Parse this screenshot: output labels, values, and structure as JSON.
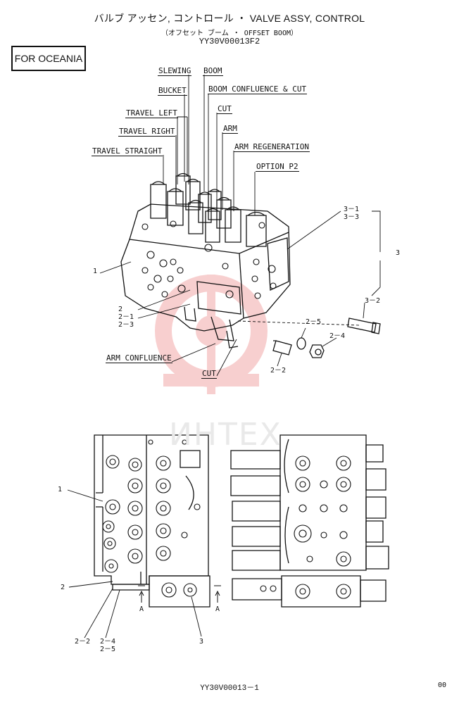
{
  "header": {
    "title_line": "バルブ アッセン, コントロール ・ VALVE ASSY, CONTROL",
    "subtitle_line": "（オフセット ブーム ・ OFFSET BOOM）",
    "part_number": "YY30V00013F2"
  },
  "region_badge": "FOR OCEANIA",
  "exploded_view": {
    "labels": {
      "slewing": "SLEWING",
      "boom": "BOOM",
      "bucket": "BUCKET",
      "boom_confluence_cut": "BOOM CONFLUENCE & CUT",
      "travel_left": "TRAVEL LEFT",
      "cut_top": "CUT",
      "travel_right": "TRAVEL RIGHT",
      "arm": "ARM",
      "travel_straight": "TRAVEL STRAIGHT",
      "arm_regeneration": "ARM REGENERATION",
      "option_p2": "OPTION P2",
      "arm_confluence": "ARM CONFLUENCE",
      "cut_bottom": "CUT"
    },
    "callouts": {
      "c3_1": "3－1",
      "c3_3": "3－3",
      "c3": "3",
      "c1": "1",
      "c2": "2",
      "c2_1": "2－1",
      "c2_3": "2－3",
      "c2_5": "2－5",
      "c2_4": "2－4",
      "c3_2": "3－2",
      "c2_2": "2－2"
    }
  },
  "ortho_view": {
    "callouts": {
      "c1": "1",
      "c2": "2",
      "c2_2": "2－2",
      "c2_4": "2－4",
      "c2_5": "2－5",
      "c3": "3",
      "sec_a_left": "A",
      "sec_a_right": "A"
    }
  },
  "watermark": "ИНТЕХ",
  "footer": {
    "drawing_code": "YY30V00013－1",
    "page": "00"
  }
}
